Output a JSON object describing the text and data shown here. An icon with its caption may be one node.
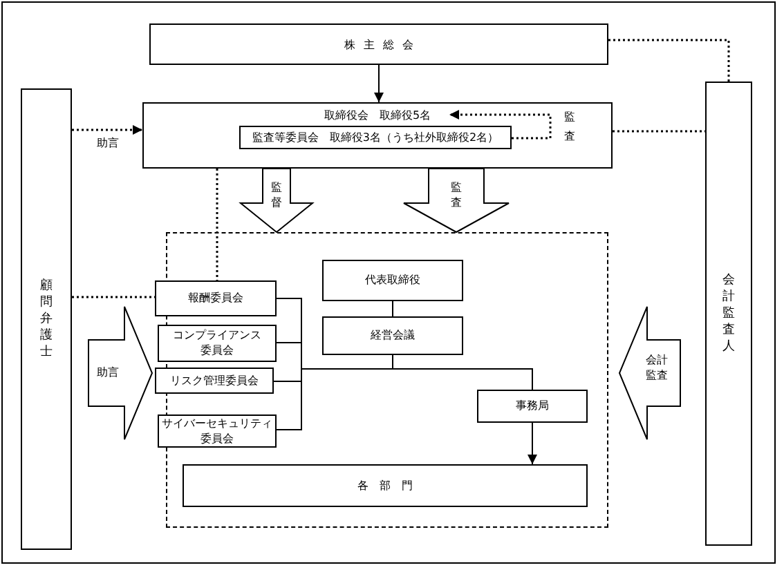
{
  "diagram": {
    "nodes": [
      {
        "text": [
          "株主総会"
        ]
      },
      {
        "text": [
          "取締役会　取締役5名"
        ]
      },
      {
        "text": [
          "監査等委員会　取締役3名（うち社外取締役2名）"
        ],
        "in": 1
      },
      {
        "text": [
          "顧問弁護士"
        ]
      },
      {
        "text": [
          "会計監査人"
        ]
      },
      {
        "text": [],
        "shape": "box"
      },
      {
        "text": [
          "報酬委員会"
        ],
        "in": 5
      },
      {
        "text": [
          "コンプライアンス委員会"
        ],
        "in": 5
      },
      {
        "text": [
          "リスク管理委員会"
        ],
        "in": 5
      },
      {
        "text": [
          "サイバーセキュリティ委員会"
        ],
        "in": 5
      },
      {
        "text": [
          "代表取締役"
        ],
        "in": 5
      },
      {
        "text": [
          "経営会議"
        ],
        "in": 5
      },
      {
        "text": [
          "事務局"
        ],
        "in": 5
      },
      {
        "text": [
          "各部門"
        ],
        "in": 5
      }
    ],
    "edges": [
      {
        "from": 0,
        "to": 1,
        "arrow": "to"
      },
      {
        "from": 3,
        "to": 1,
        "arrow": "to",
        "style": "dashed",
        "label": "助言"
      },
      {
        "from": 2,
        "to": 1,
        "arrow": "to",
        "style": "dashed",
        "label": "監査"
      },
      {
        "from": 0,
        "to": 4,
        "arrow": "none",
        "style": "dashed"
      },
      {
        "from": 1,
        "to": 4,
        "arrow": "none",
        "style": "dashed"
      },
      {
        "from": 1,
        "to": 5,
        "arrow": "to",
        "style": "thick",
        "label": "監督"
      },
      {
        "from": 1,
        "to": 5,
        "arrow": "to",
        "style": "thick",
        "label": "監査"
      },
      {
        "from": 3,
        "to": 6,
        "arrow": "none",
        "style": "dashed"
      },
      {
        "from": 1,
        "to": 6,
        "arrow": "none",
        "style": "dashed"
      },
      {
        "from": 3,
        "to": 5,
        "arrow": "to",
        "style": "thick",
        "label": "助言"
      },
      {
        "from": 4,
        "to": 5,
        "arrow": "to",
        "style": "thick",
        "label": "会計監査"
      },
      {
        "from": 10,
        "to": 11,
        "arrow": "none"
      },
      {
        "from": 6,
        "to": 11,
        "arrow": "none"
      },
      {
        "from": 7,
        "to": 11,
        "arrow": "none"
      },
      {
        "from": 8,
        "to": 11,
        "arrow": "none"
      },
      {
        "from": 9,
        "to": 11,
        "arrow": "none"
      },
      {
        "from": 11,
        "to": 12,
        "arrow": "none"
      },
      {
        "from": 12,
        "to": 13,
        "arrow": "to"
      }
    ]
  }
}
